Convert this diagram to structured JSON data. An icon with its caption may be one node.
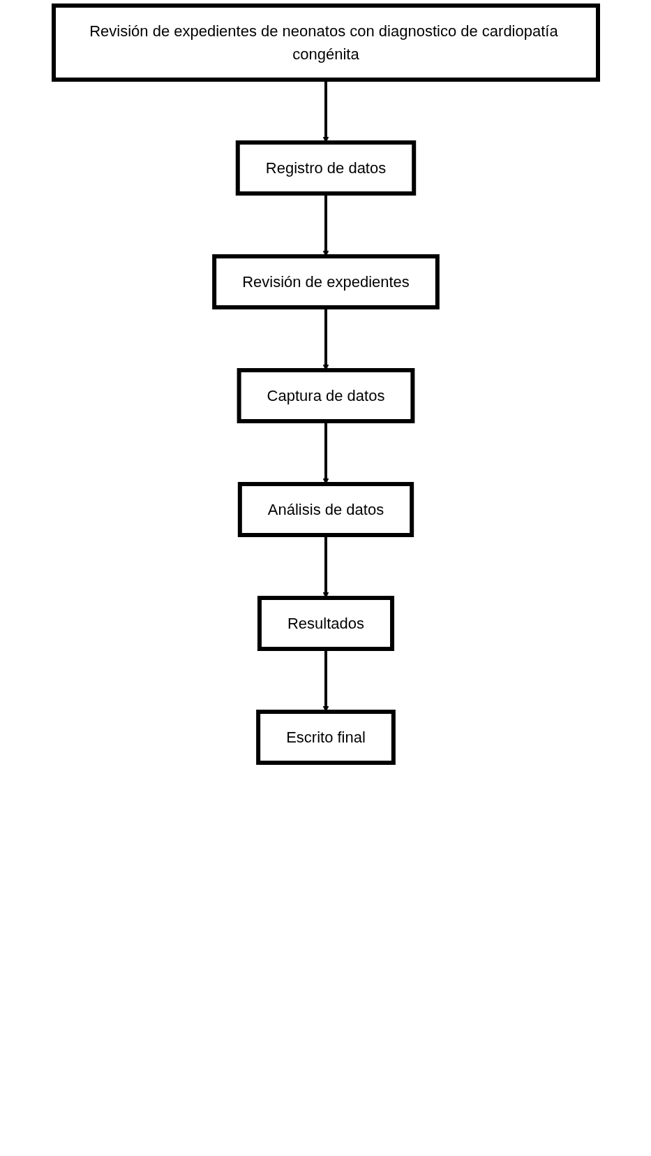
{
  "diagram": {
    "nodes": [
      {
        "text": [
          "Revisión de expedientes de neonatos con diagnostico de cardiopatía congénita"
        ]
      },
      {
        "text": [
          "Registro de datos"
        ]
      },
      {
        "text": [
          "Revisión de expedientes"
        ]
      },
      {
        "text": [
          "Captura de datos"
        ]
      },
      {
        "text": [
          "Análisis de datos"
        ]
      },
      {
        "text": [
          "Resultados"
        ]
      },
      {
        "text": [
          "Escrito final"
        ]
      }
    ],
    "edges": [
      {
        "from": 0,
        "to": 1,
        "arrow": "to"
      },
      {
        "from": 1,
        "to": 2,
        "arrow": "to"
      },
      {
        "from": 2,
        "to": 3,
        "arrow": "to"
      },
      {
        "from": 3,
        "to": 4,
        "arrow": "to"
      },
      {
        "from": 4,
        "to": 5,
        "arrow": "to"
      },
      {
        "from": 5,
        "to": 6,
        "arrow": "to"
      }
    ]
  }
}
